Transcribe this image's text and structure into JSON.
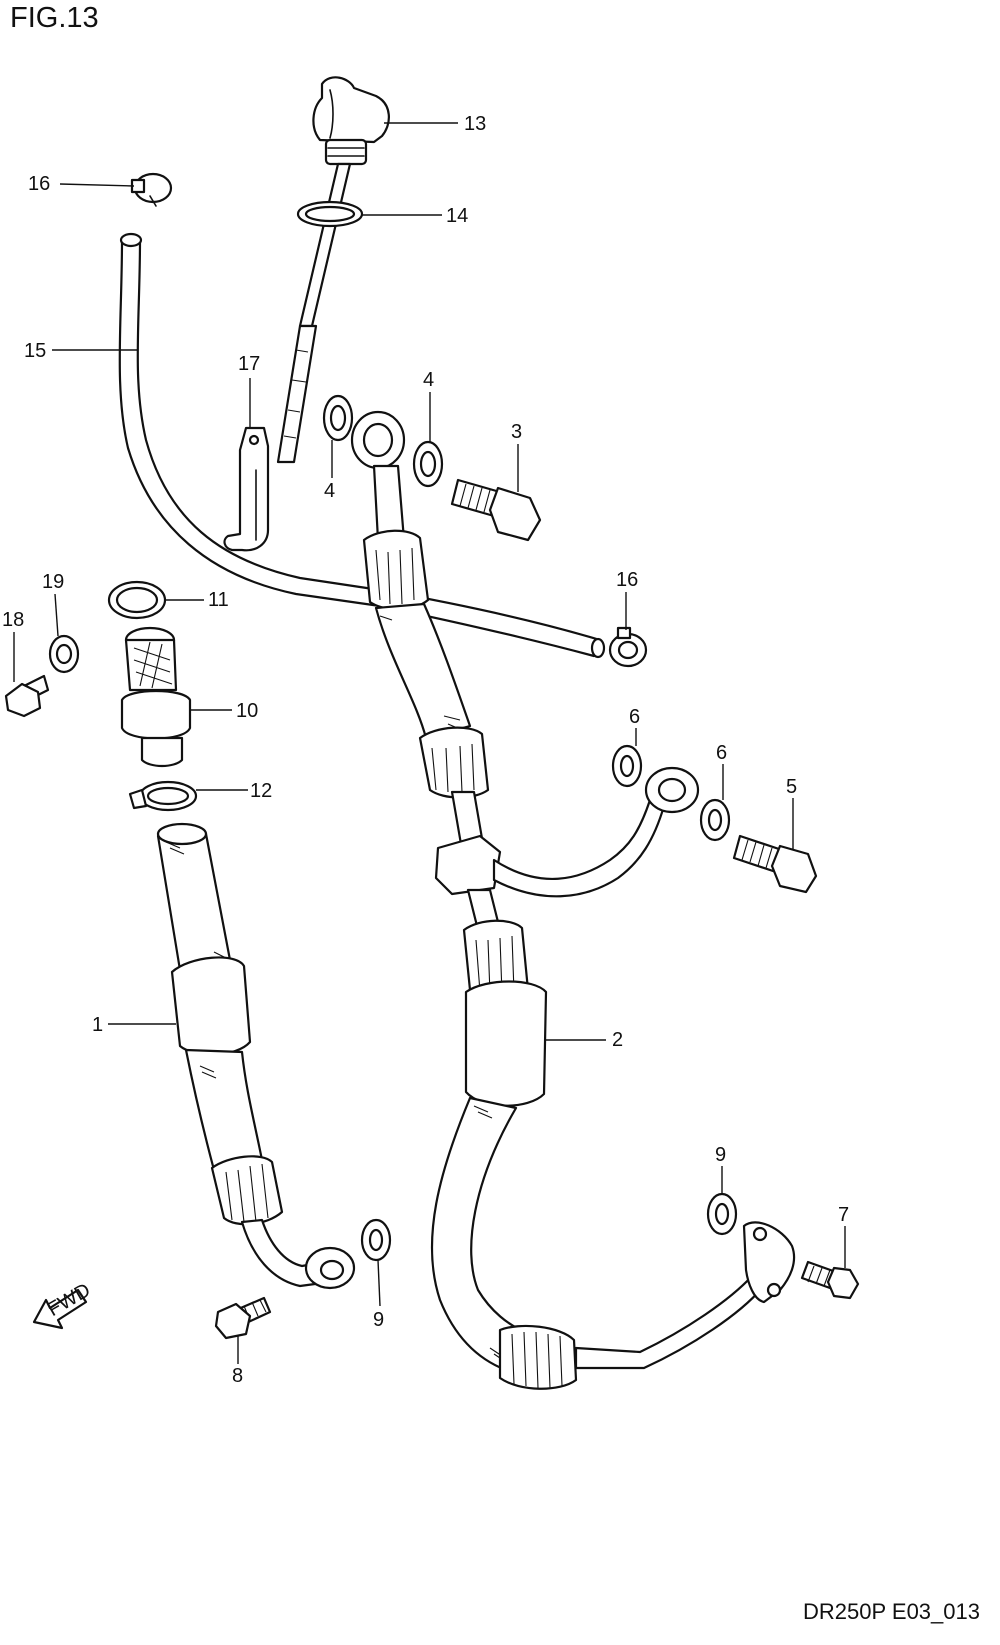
{
  "figure_title": "FIG.13",
  "drawing_code": "DR250P E03_013",
  "direction_mark": "FWD",
  "callouts": {
    "c1": "1",
    "c2": "2",
    "c3": "3",
    "c4a": "4",
    "c4b": "4",
    "c5": "5",
    "c6a": "6",
    "c6b": "6",
    "c7": "7",
    "c8": "8",
    "c9a": "9",
    "c9b": "9",
    "c10": "10",
    "c11": "11",
    "c12": "12",
    "c13": "13",
    "c14": "14",
    "c15": "15",
    "c16a": "16",
    "c16b": "16",
    "c17": "17",
    "c18": "18",
    "c19": "19"
  }
}
